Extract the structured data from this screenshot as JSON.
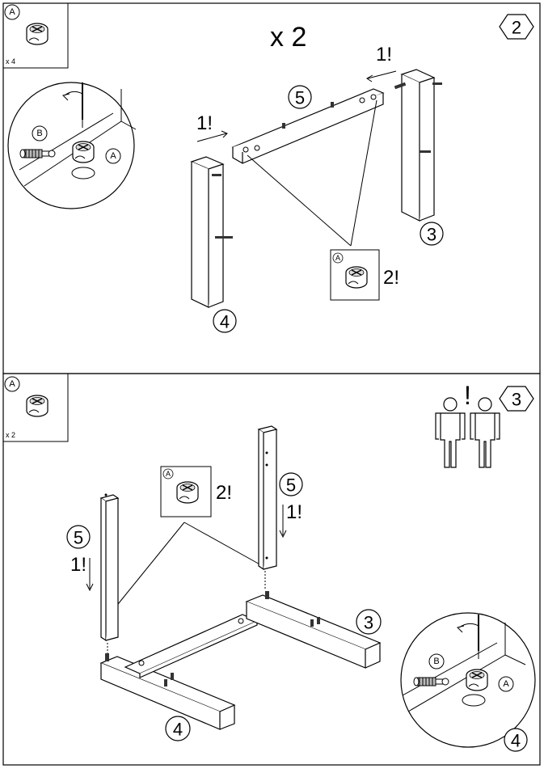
{
  "step2": {
    "hardware": {
      "letter": "A",
      "qty": "x 4"
    },
    "multiplier": "x 2",
    "step_number": "2",
    "detail": {
      "bolt_letter": "B",
      "cam_letter": "A"
    },
    "arrow_left": "1!",
    "arrow_right": "1!",
    "parts": {
      "rail": "5",
      "leg_right": "3",
      "leg_left": "4"
    },
    "callout": {
      "letter": "A",
      "note": "2!"
    }
  },
  "step3": {
    "hardware": {
      "letter": "A",
      "qty": "x 2"
    },
    "step_number": "3",
    "warning": "!",
    "callout": {
      "letter": "A",
      "note": "2!"
    },
    "parts": {
      "upright_left": "5",
      "upright_right": "5",
      "base_right": "3",
      "base_left": "4"
    },
    "arrow_left": "1!",
    "arrow_right": "1!",
    "detail": {
      "bolt_letter": "B",
      "cam_letter": "A",
      "part": "4"
    }
  }
}
